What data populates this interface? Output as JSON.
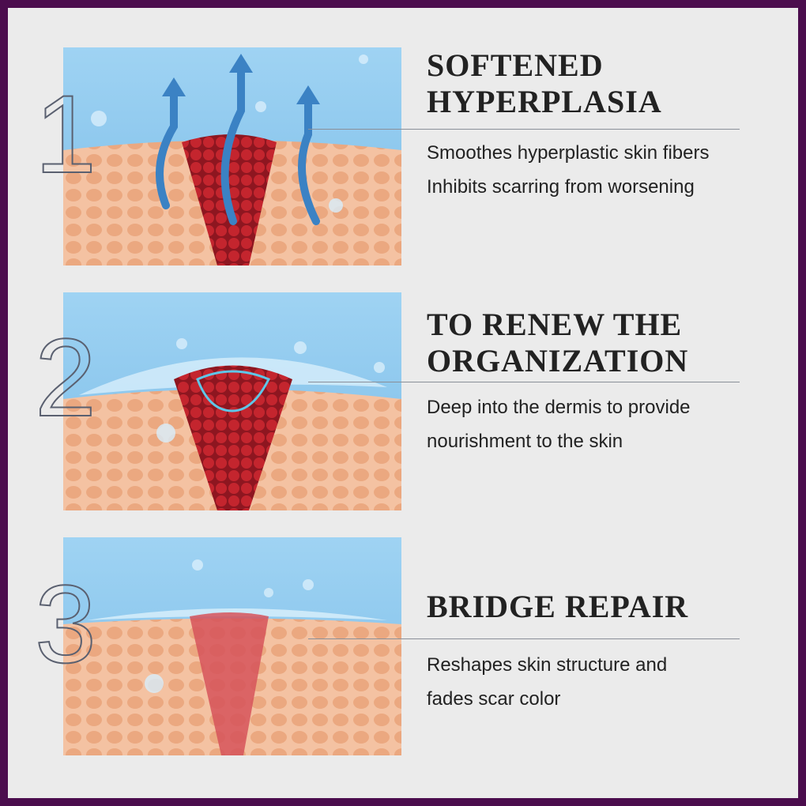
{
  "colors": {
    "border": "#4b0d4d",
    "background": "#ebebeb",
    "sky": "#8fc9ee",
    "skin": "#f0b594",
    "scar": "#b8202a"
  },
  "steps": [
    {
      "number": "1",
      "title_lines": [
        "SOFTENED",
        "HYPERPLASIA"
      ],
      "desc_lines": [
        "Smoothes hyperplastic skin fibers",
        "Inhibits scarring from worsening"
      ]
    },
    {
      "number": "2",
      "title_lines": [
        "TO RENEW THE",
        "ORGANIZATION"
      ],
      "desc_lines": [
        "Deep into the dermis to provide",
        "nourishment to the skin"
      ]
    },
    {
      "number": "3",
      "title_lines": [
        "BRIDGE REPAIR"
      ],
      "desc_lines": [
        "Reshapes skin structure and",
        "fades scar color"
      ]
    }
  ]
}
